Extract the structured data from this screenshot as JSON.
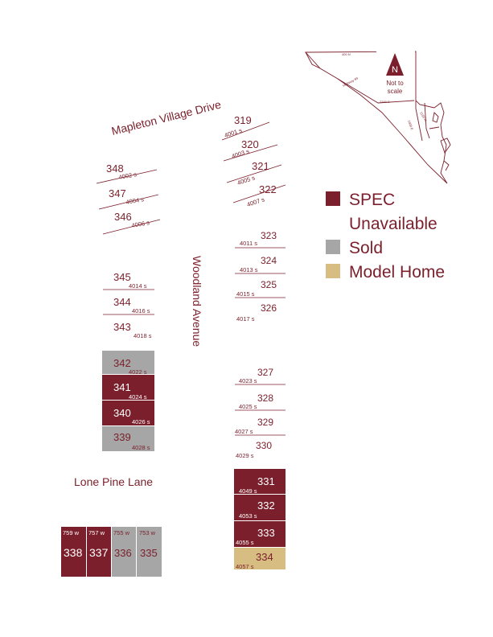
{
  "colors": {
    "spec": "#7a1f2b",
    "sold": "#a6a6a6",
    "model": "#d7bd82",
    "text": "#7a1f2b"
  },
  "streets": {
    "mapleton": "Mapleton Village Drive",
    "woodland": "Woodland Avenue",
    "lone_pine": "Lone Pine Lane"
  },
  "legend": {
    "spec": "SPEC",
    "unavailable": "Unavailable",
    "sold": "Sold",
    "model": "Model Home"
  },
  "inset": {
    "north_label": "N",
    "note_line1": "Not to",
    "note_line2": "scale",
    "road_top": "400 N",
    "road_diag": "Highway 89",
    "road_mid": "7200 S",
    "road_right": "1600 E",
    "road_side": "1150 N"
  },
  "lots": {
    "l319": {
      "num": "319",
      "addr": "4001 s",
      "status": "open"
    },
    "l320": {
      "num": "320",
      "addr": "4003 s",
      "status": "open"
    },
    "l321": {
      "num": "321",
      "addr": "4005 s",
      "status": "open"
    },
    "l322": {
      "num": "322",
      "addr": "4007 s",
      "status": "open"
    },
    "l348": {
      "num": "348",
      "addr": "4002 s",
      "status": "open"
    },
    "l347": {
      "num": "347",
      "addr": "4004 s",
      "status": "open"
    },
    "l346": {
      "num": "346",
      "addr": "4006 s",
      "status": "open"
    },
    "l323": {
      "num": "323",
      "addr": "4011 s",
      "status": "open"
    },
    "l324": {
      "num": "324",
      "addr": "4013 s",
      "status": "open"
    },
    "l325": {
      "num": "325",
      "addr": "4015 s",
      "status": "open"
    },
    "l326": {
      "num": "326",
      "addr": "4017 s",
      "status": "open"
    },
    "l345": {
      "num": "345",
      "addr": "4014 s",
      "status": "open"
    },
    "l344": {
      "num": "344",
      "addr": "4016 s",
      "status": "open"
    },
    "l343": {
      "num": "343",
      "addr": "4018 s",
      "status": "open"
    },
    "l342": {
      "num": "342",
      "addr": "4022 s",
      "status": "sold"
    },
    "l341": {
      "num": "341",
      "addr": "4024 s",
      "status": "spec"
    },
    "l340": {
      "num": "340",
      "addr": "4026 s",
      "status": "spec"
    },
    "l339": {
      "num": "339",
      "addr": "4028 s",
      "status": "sold"
    },
    "l327": {
      "num": "327",
      "addr": "4023 s",
      "status": "open"
    },
    "l328": {
      "num": "328",
      "addr": "4025 s",
      "status": "open"
    },
    "l329": {
      "num": "329",
      "addr": "4027 s",
      "status": "open"
    },
    "l330": {
      "num": "330",
      "addr": "4029 s",
      "status": "open"
    },
    "l331": {
      "num": "331",
      "addr": "4049 s",
      "status": "spec"
    },
    "l332": {
      "num": "332",
      "addr": "4053 s",
      "status": "spec"
    },
    "l333": {
      "num": "333",
      "addr": "4055 s",
      "status": "spec"
    },
    "l334": {
      "num": "334",
      "addr": "4057 s",
      "status": "model"
    },
    "l338": {
      "num": "338",
      "addr": "759 w",
      "status": "spec"
    },
    "l337": {
      "num": "337",
      "addr": "757 w",
      "status": "spec"
    },
    "l336": {
      "num": "336",
      "addr": "755 w",
      "status": "sold"
    },
    "l335": {
      "num": "335",
      "addr": "753 w",
      "status": "sold"
    }
  }
}
